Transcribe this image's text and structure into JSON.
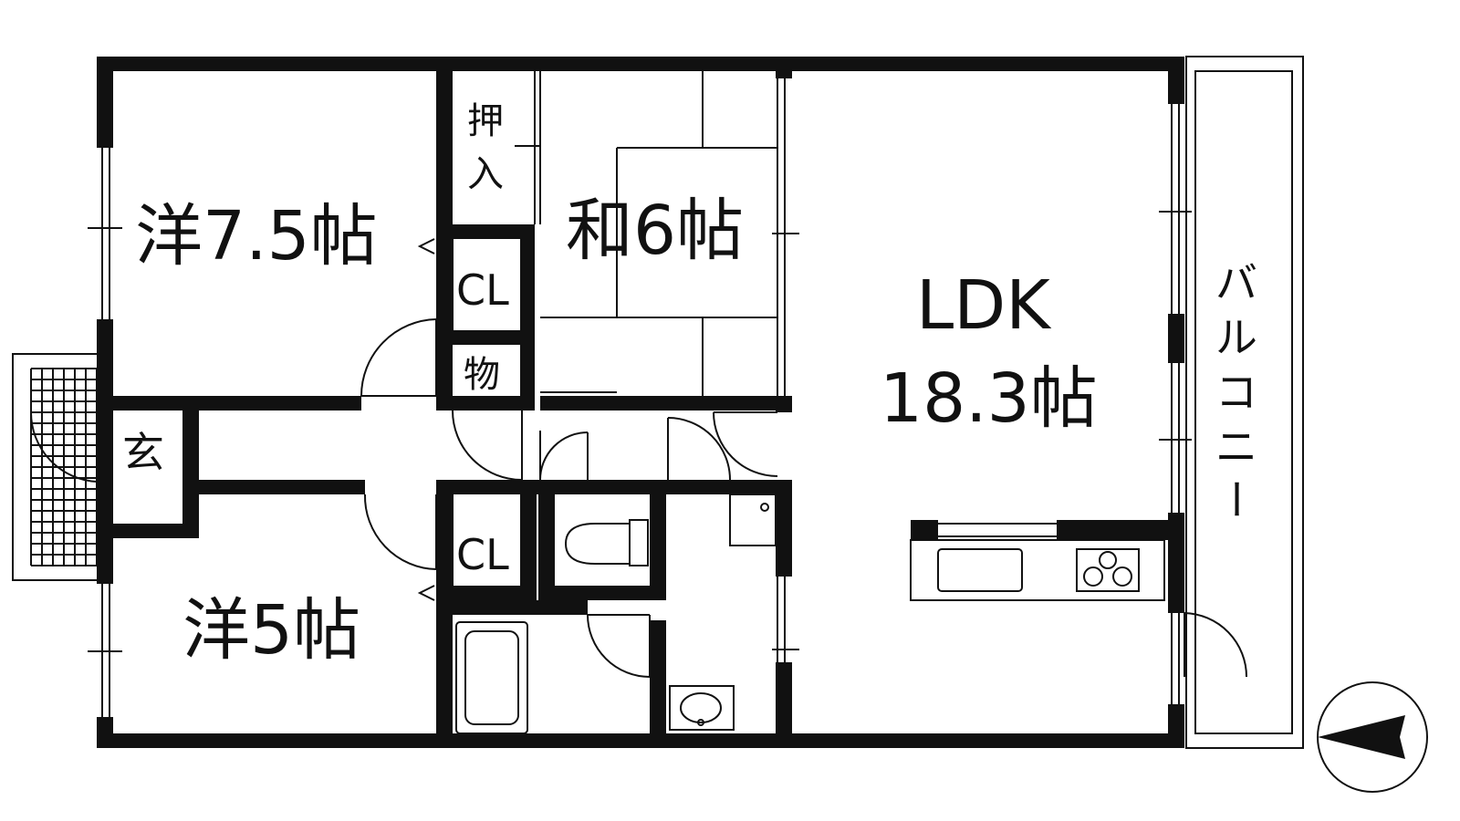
{
  "rooms": {
    "western_large": "洋7.5帖",
    "japanese": "和6帖",
    "ldk_name": "LDK",
    "ldk_size": "18.3帖",
    "western_small": "洋5帖",
    "entrance": "玄",
    "storage": "物",
    "closet_upper": "CL",
    "closet_lower": "CL",
    "oshiire_top": "押",
    "oshiire_bottom": "入"
  },
  "balcony": {
    "chars": [
      "バ",
      "ル",
      "コ",
      "ニ",
      "ー"
    ]
  },
  "colors": {
    "wall": "#111111",
    "background": "#ffffff"
  },
  "icons": {
    "compass": "north-arrow-icon",
    "toilet": "toilet-icon",
    "bathtub": "bathtub-icon",
    "sink": "washbasin-icon",
    "stove": "stove-icon"
  }
}
